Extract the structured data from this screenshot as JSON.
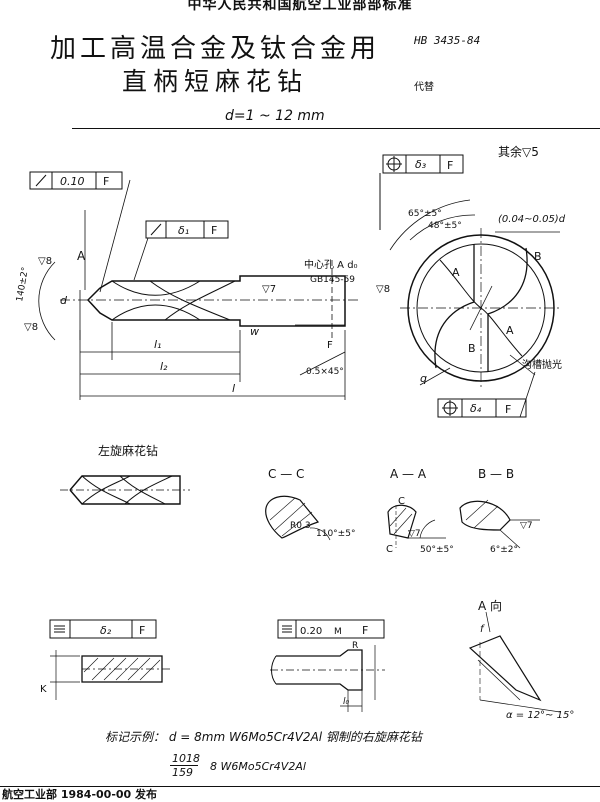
{
  "header": {
    "org": "中华人民共和国航空工业部部标准",
    "title_line1": "加工高温合金及钛合金用",
    "title_line2": "直柄短麻花钻",
    "standard_no": "HB 3435-84",
    "replaces": "代替",
    "diameter_range": "d=1 ~ 12 mm"
  },
  "main_view": {
    "roughness_rest": "其余▽5",
    "frame_f": "F",
    "tol_010": "0.10",
    "tol_d1": "δ₁",
    "tol_d3": "δ₃",
    "tol_d4": "δ₄",
    "label_a": "A",
    "label_b": "B",
    "label_c": "C",
    "label_d": "d",
    "label_l1": "l₁",
    "label_l2": "l₂",
    "label_l": "l",
    "label_w": "w",
    "label_q": "q",
    "angle_140": "140±2°",
    "rough_8": "▽8",
    "rough_7": "▽7",
    "center_hole": "中心孔 A d₀",
    "center_std": "GB145-59",
    "chamfer": "0.5×45°",
    "angle_65": "65°±5°",
    "angle_48": "48°±5°",
    "runout": "(0.04~0.05)d",
    "flute_polish": "沟槽抛光"
  },
  "sections": {
    "left_drill": "左旋麻花钻",
    "cc_title": "C — C",
    "cc_r": "R0.3",
    "cc_angle": "110°±5°",
    "aa_title": "A — A",
    "aa_angle": "50°±5°",
    "aa_rough": "▽7",
    "bb_title": "B — B",
    "bb_angle": "6°±2°",
    "bb_rough": "▽7",
    "a_view": "A 向",
    "a_f": "f",
    "a_alpha": "α = 12°~ 15°",
    "bottom_tol_d2": "δ₂",
    "bottom_tol_020": "0.20",
    "bottom_m": "M",
    "label_k": "K",
    "label_r": "R",
    "label_l0": "l₀"
  },
  "notes": {
    "example_line": "标记示例： d = 8mm   W6Mo5Cr4V2Al 钢制的右旋麻花钻",
    "mark_num": "1018",
    "mark_den": "159",
    "mark_rest": "8   W6Mo5Cr4V2Al"
  },
  "footer": {
    "issuer": "航空工业部 1984-00-00 发布"
  }
}
